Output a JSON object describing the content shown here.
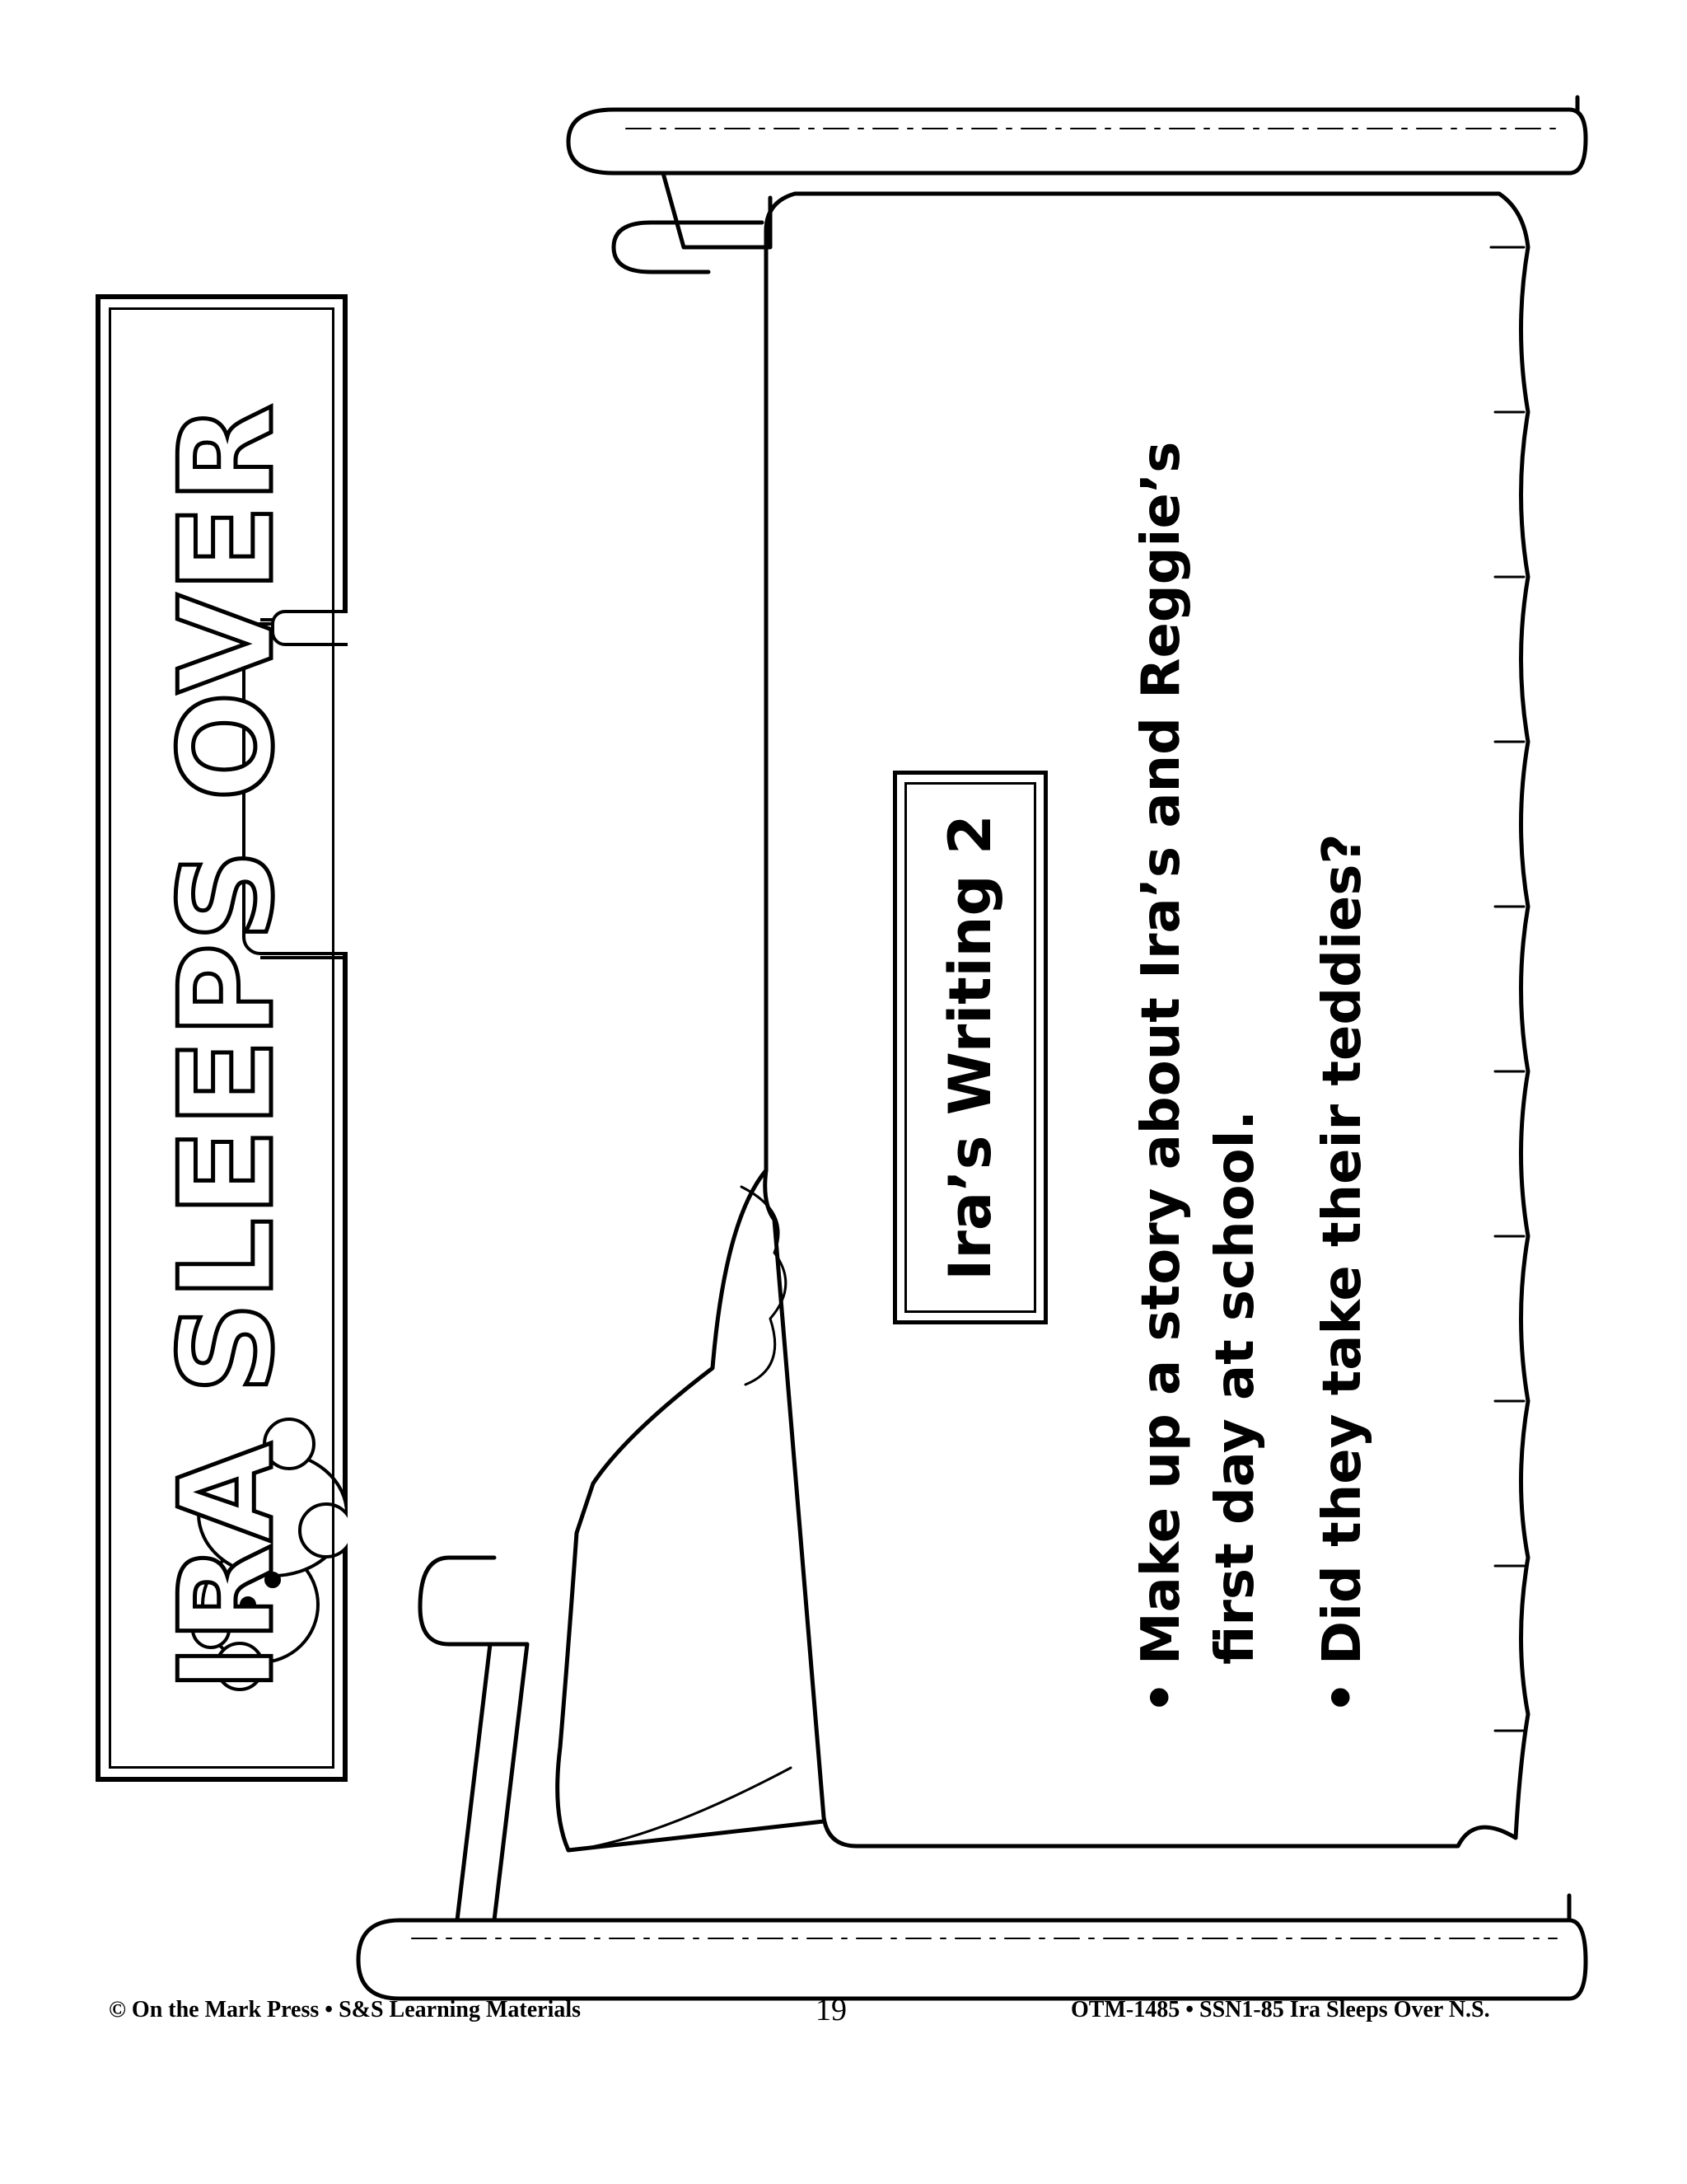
{
  "banner": {
    "title": "IRA SLEEPS OVER"
  },
  "activity": {
    "heading": "Ira’s Writing 2",
    "prompts": [
      "Make up a story about Ira’s and Reggie’s first day at school.",
      "Did they take their teddies?"
    ],
    "bullet": "•"
  },
  "footer": {
    "left": "© On the Mark Press • S&S Learning Materials",
    "page": "19",
    "right": "OTM-1485 • SSN1-85 Ira Sleeps Over N.S."
  }
}
